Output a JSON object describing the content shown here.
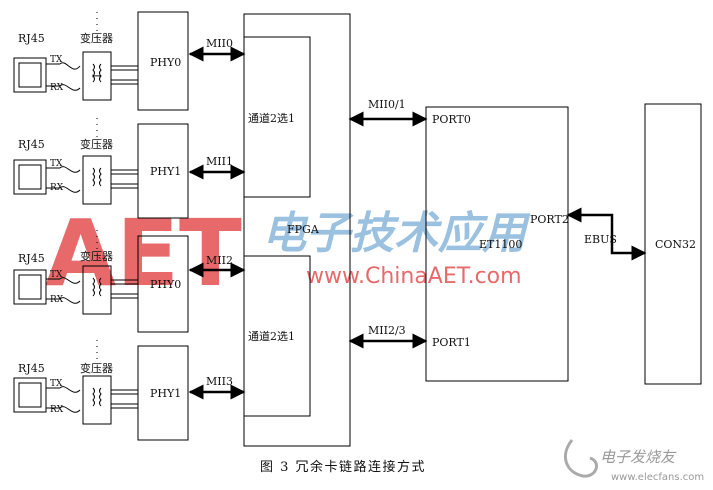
{
  "ports": {
    "rj45": [
      "RJ45",
      "RJ45",
      "RJ45",
      "RJ45"
    ],
    "tx": "TX",
    "rx": "RX",
    "transformer": [
      "变压器",
      "变压器",
      "变压器",
      "变压器"
    ]
  },
  "phys": [
    "PHY0",
    "PHY1",
    "PHY0",
    "PHY1"
  ],
  "mii": [
    "MII0",
    "MII1",
    "MII2",
    "MII3"
  ],
  "fpga": {
    "label": "FPGA",
    "mux_top": "通道2选1",
    "mux_bottom": "通道2选1"
  },
  "links": {
    "mii01": "MII0/1",
    "mii23": "MII2/3",
    "ebus": "EBUS"
  },
  "et1100": {
    "label": "ET1100",
    "port0": "PORT0",
    "port1": "PORT1",
    "port2": "PORT2"
  },
  "con32": "CON32",
  "caption": "图 3   冗余卡链路连接方式",
  "watermark": {
    "aet": "AET",
    "site": "www.ChinaAET.com",
    "cn": "电子技术应用",
    "corner": "电子发烧友",
    "corner_url": "www.elecfans.com"
  }
}
